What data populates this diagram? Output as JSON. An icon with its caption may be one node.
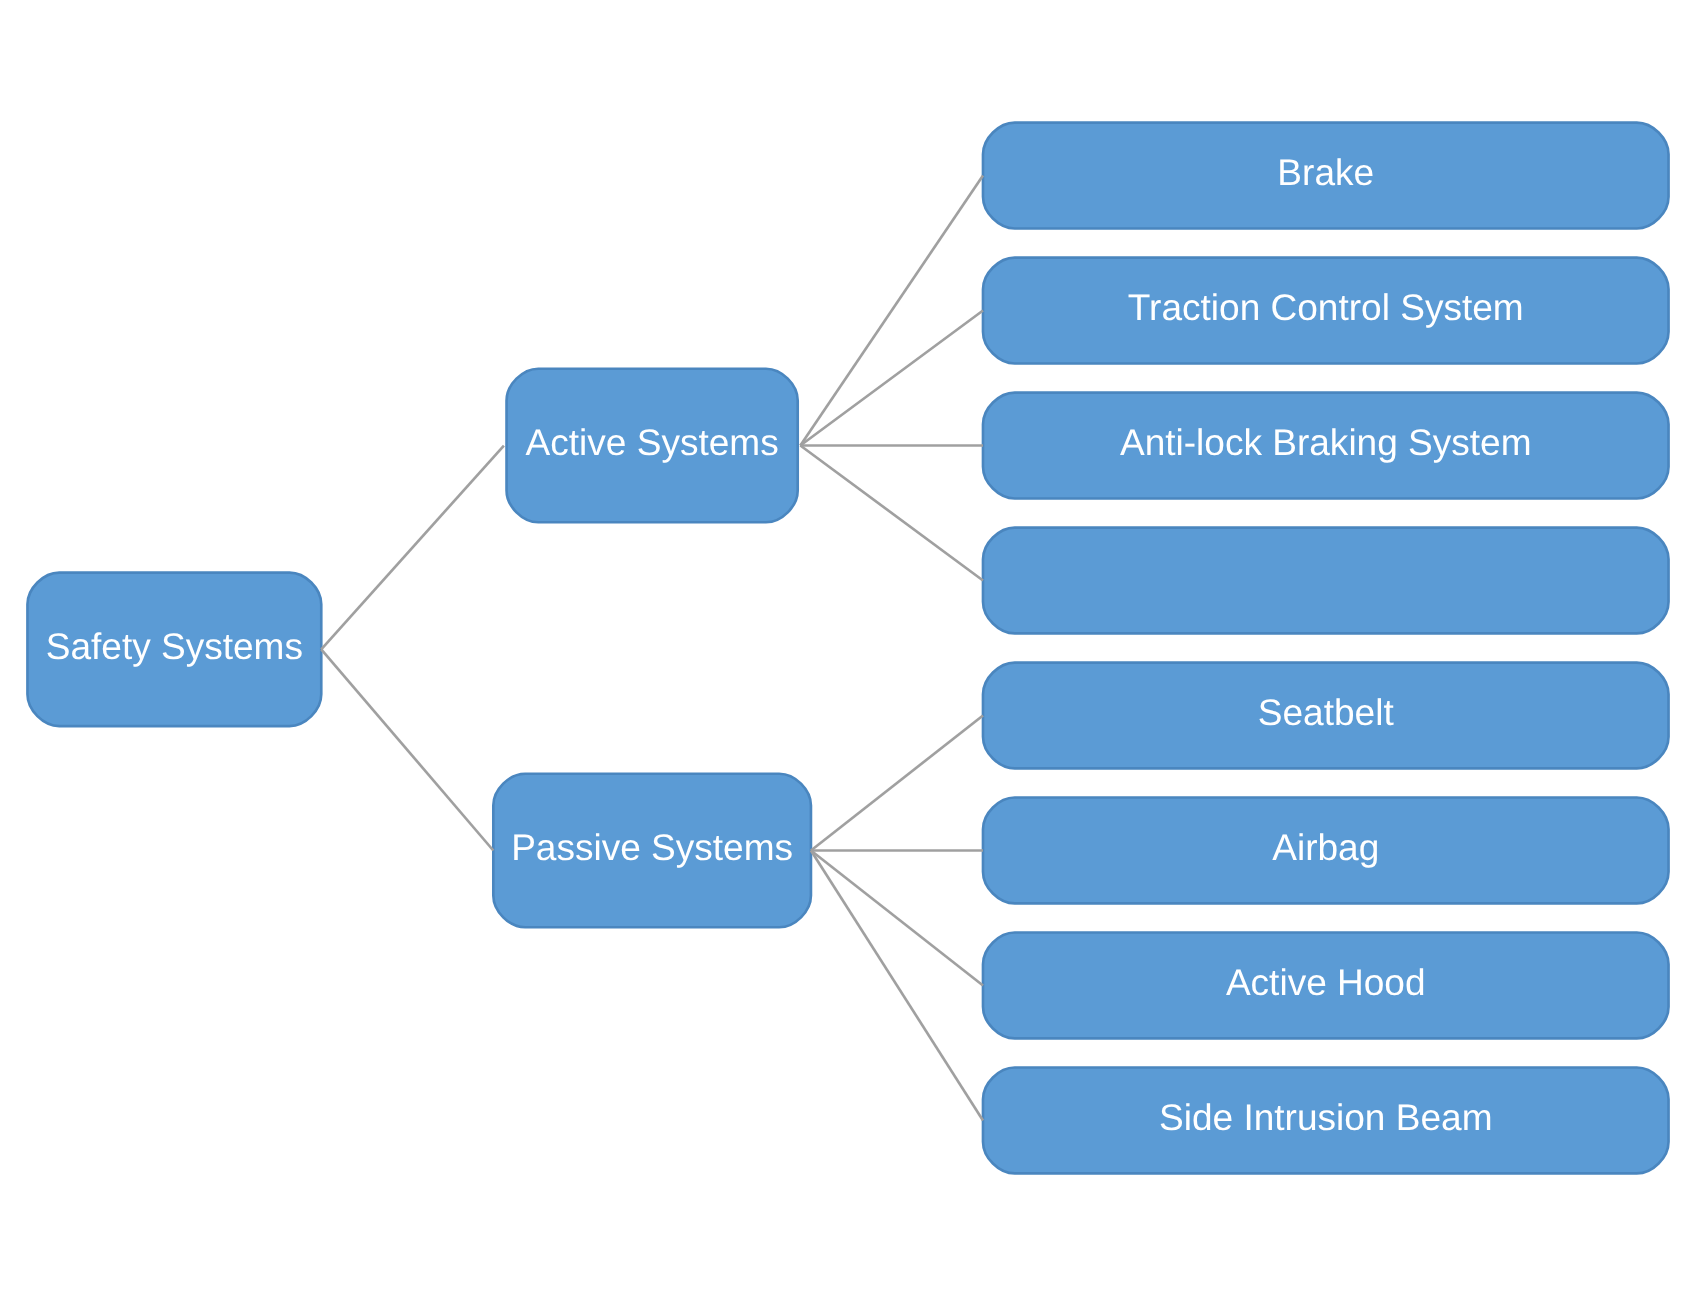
{
  "diagram": {
    "nodes": [
      {
        "text": [
          "Safety Systems"
        ]
      },
      {
        "text": [
          "Active Systems"
        ]
      },
      {
        "text": [
          "Passive Systems"
        ]
      },
      {
        "text": [
          "Brake"
        ]
      },
      {
        "text": [
          "Traction Control System"
        ]
      },
      {
        "text": [
          "Anti-lock Braking System"
        ]
      },
      {
        "text": [],
        "shape": "box"
      },
      {
        "text": [
          "Seatbelt"
        ]
      },
      {
        "text": [
          "Airbag"
        ]
      },
      {
        "text": [
          "Active Hood"
        ]
      },
      {
        "text": [
          "Side Intrusion Beam"
        ]
      }
    ],
    "edges": [
      {
        "from": 0,
        "to": 1,
        "arrow": "none"
      },
      {
        "from": 0,
        "to": 2,
        "arrow": "none"
      },
      {
        "from": 1,
        "to": 3,
        "arrow": "none"
      },
      {
        "from": 1,
        "to": 4,
        "arrow": "none"
      },
      {
        "from": 1,
        "to": 5,
        "arrow": "none"
      },
      {
        "from": 1,
        "to": 6,
        "arrow": "none"
      },
      {
        "from": 2,
        "to": 7,
        "arrow": "none"
      },
      {
        "from": 2,
        "to": 8,
        "arrow": "none"
      },
      {
        "from": 2,
        "to": 9,
        "arrow": "none"
      },
      {
        "from": 2,
        "to": 10,
        "arrow": "none"
      }
    ]
  }
}
